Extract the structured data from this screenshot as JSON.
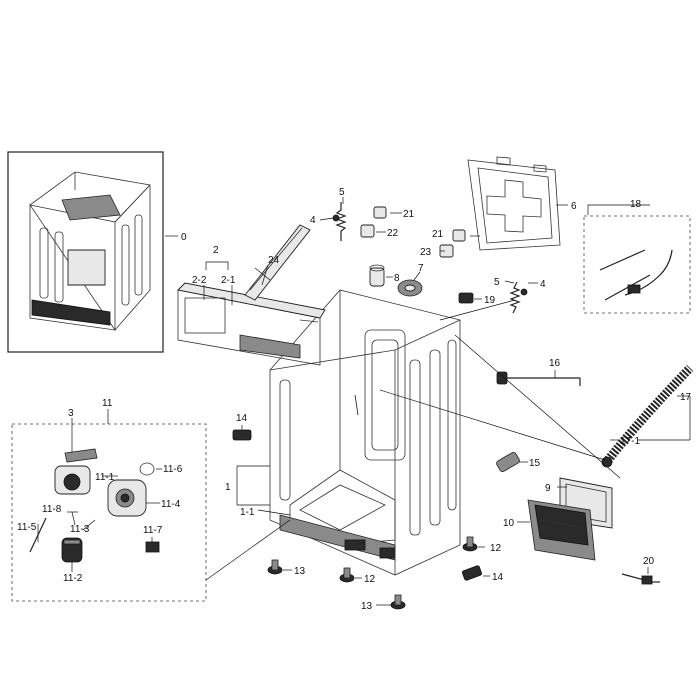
{
  "labels": {
    "l0": "0",
    "l1": "1",
    "l1_1": "1-1",
    "l2": "2",
    "l2_1": "2-1",
    "l2_2": "2-2",
    "l3": "3",
    "l4a": "4",
    "l4b": "4",
    "l5a": "5",
    "l5b": "5",
    "l6": "6",
    "l7": "7",
    "l8": "8",
    "l9": "9",
    "l10": "10",
    "l11": "11",
    "l11_1": "11-1",
    "l11_2": "11-2",
    "l11_3": "11-3",
    "l11_4": "11-4",
    "l11_5": "11-5",
    "l11_6": "11-6",
    "l11_7": "11-7",
    "l11_8": "11-8",
    "l12a": "12",
    "l12b": "12",
    "l13a": "13",
    "l13b": "13",
    "l14a": "14",
    "l14b": "14",
    "l15": "15",
    "l16": "16",
    "l17": "17",
    "l17_1": "17-1",
    "l18": "18",
    "l19": "19",
    "l20": "20",
    "l21a": "21",
    "l21b": "21",
    "l22": "22",
    "l23": "23",
    "l24": "24"
  }
}
